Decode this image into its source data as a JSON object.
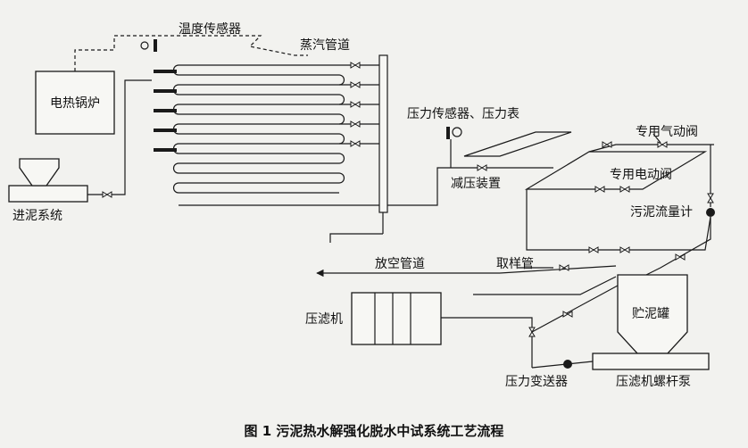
{
  "labels": {
    "electric_boiler": "电热锅炉",
    "temperature_sensor": "温度传感器",
    "steam_pipe": "蒸汽管道",
    "pressure_sensor_gauge": "压力传感器、压力表",
    "special_pneumatic_valve": "专用气动阀",
    "special_electric_valve": "专用电动阀",
    "decompression_device": "减压装置",
    "sludge_flowmeter": "污泥流量计",
    "sludge_feed_system": "进泥系统",
    "vent_pipe": "放空管道",
    "sampling_pipe": "取样管",
    "filter_press": "压滤机",
    "sludge_tank": "贮泥罐",
    "pressure_transmitter": "压力变送器",
    "filter_press_screw_pump": "压滤机螺杆泵"
  },
  "caption": "图 1   污泥热水解强化脱水中试系统工艺流程"
}
